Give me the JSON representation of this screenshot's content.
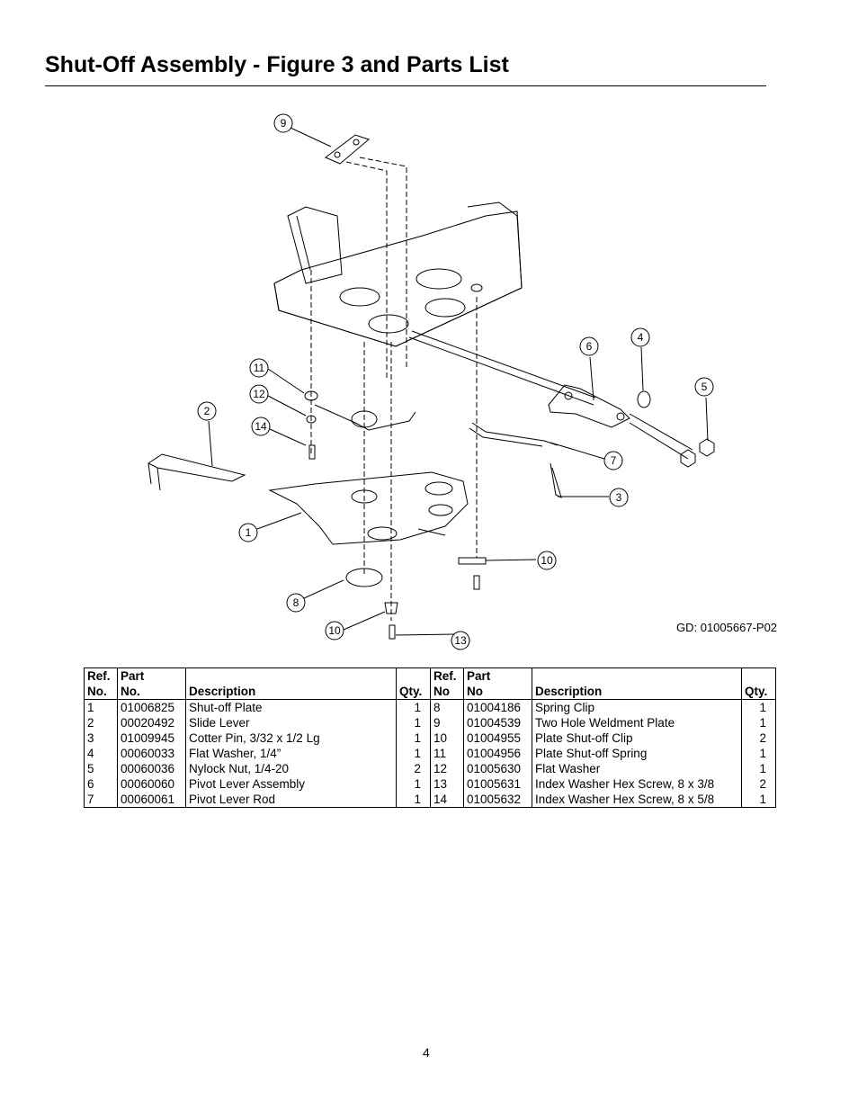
{
  "title": "Shut-Off Assembly - Figure 3 and Parts List",
  "figure": {
    "gd_label": "GD: 01005667-P02",
    "callouts": [
      "9",
      "11",
      "12",
      "14",
      "2",
      "1",
      "8",
      "10",
      "13",
      "10",
      "3",
      "7",
      "5",
      "4",
      "6"
    ]
  },
  "table": {
    "headers": {
      "ref_top": "Ref.",
      "ref_bottom": "No.",
      "part_top": "Part",
      "part_bottom": "No.",
      "desc": "Description",
      "qty": "Qty.",
      "ref2_top": "Ref.",
      "ref2_bottom": "No",
      "part2_top": "Part",
      "part2_bottom": "No",
      "desc2": "Description",
      "qty2": "Qty."
    },
    "rows": [
      {
        "ref": "1",
        "part": "01006825",
        "desc": "Shut-off  Plate",
        "qty": "1",
        "ref2": "8",
        "part2": "01004186",
        "desc2": "Spring Clip",
        "qty2": "1"
      },
      {
        "ref": "2",
        "part": "00020492",
        "desc": "Slide Lever",
        "qty": "1",
        "ref2": "9",
        "part2": "01004539",
        "desc2": "Two Hole Weldment Plate",
        "qty2": "1"
      },
      {
        "ref": "3",
        "part": "01009945",
        "desc": "Cotter Pin, 3/32 x 1/2 Lg",
        "qty": "1",
        "ref2": "10",
        "part2": "01004955",
        "desc2": "Plate Shut-off Clip",
        "qty2": "2"
      },
      {
        "ref": "4",
        "part": "00060033",
        "desc": "Flat Washer, 1/4”",
        "qty": "1",
        "ref2": "11",
        "part2": "01004956",
        "desc2": "Plate Shut-off Spring",
        "qty2": "1"
      },
      {
        "ref": "5",
        "part": "00060036",
        "desc": "Nylock Nut, 1/4-20",
        "qty": "2",
        "ref2": "12",
        "part2": "01005630",
        "desc2": "Flat Washer",
        "qty2": "1"
      },
      {
        "ref": "6",
        "part": "00060060",
        "desc": "Pivot Lever Assembly",
        "qty": "1",
        "ref2": "13",
        "part2": "01005631",
        "desc2": "Index Washer Hex Screw, 8 x 3/8",
        "qty2": "2"
      },
      {
        "ref": "7",
        "part": "00060061",
        "desc": "Pivot Lever Rod",
        "qty": "1",
        "ref2": "14",
        "part2": "01005632",
        "desc2": "Index Washer Hex Screw, 8 x 5/8",
        "qty2": "1"
      }
    ]
  },
  "page_number": "4"
}
